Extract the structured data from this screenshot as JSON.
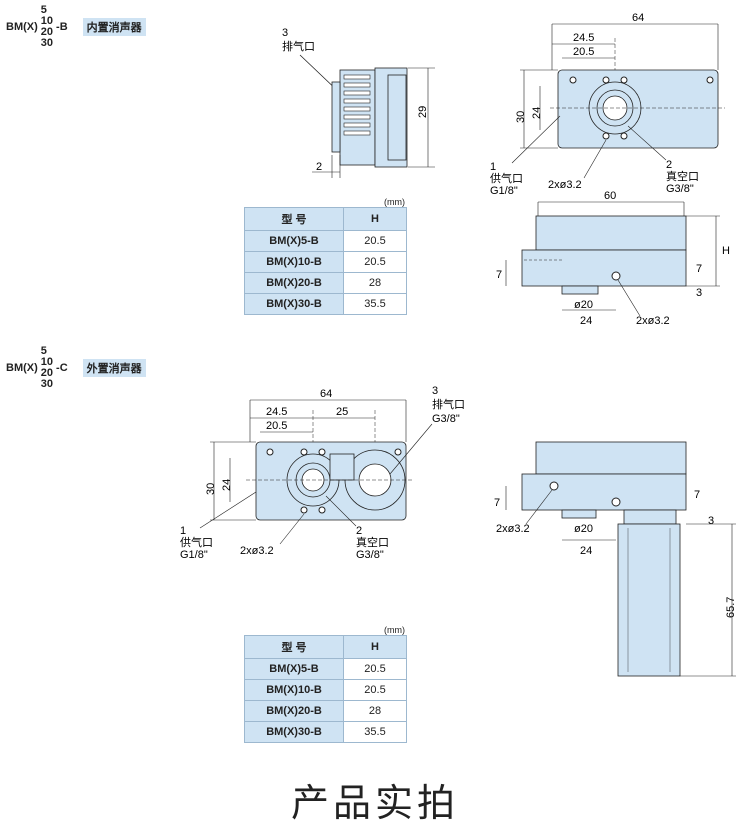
{
  "section1": {
    "model_prefix": "BM(X)",
    "sizes": [
      "5",
      "10",
      "20",
      "30"
    ],
    "suffix": "-B",
    "tag": "内置消声器",
    "exhaust_port": {
      "num": "3",
      "label": "排气口"
    },
    "dims": {
      "height_29": "29",
      "gap_2": "2",
      "width_64": "64",
      "d24_5": "24.5",
      "d20_5": "20.5",
      "h30": "30",
      "h24": "24",
      "w60": "60",
      "d20": "ø20",
      "d24": "24",
      "h7": "7",
      "h3": "3",
      "H": "H"
    },
    "supply_port": {
      "num": "1",
      "label": "供气口",
      "thread": "G1/8\""
    },
    "vacuum_port": {
      "num": "2",
      "label": "真空口",
      "thread": "G3/8\""
    },
    "holes": "2xø3.2",
    "unit": "(mm)",
    "table": {
      "headers": [
        "型 号",
        "H"
      ],
      "rows": [
        [
          "BM(X)5-B",
          "20.5"
        ],
        [
          "BM(X)10-B",
          "20.5"
        ],
        [
          "BM(X)20-B",
          "28"
        ],
        [
          "BM(X)30-B",
          "35.5"
        ]
      ]
    }
  },
  "section2": {
    "model_prefix": "BM(X)",
    "sizes": [
      "5",
      "10",
      "20",
      "30"
    ],
    "suffix": "-C",
    "tag": "外置消声器",
    "exhaust_port": {
      "num": "3",
      "label": "排气口",
      "thread": "G3/8\""
    },
    "dims": {
      "width_64": "64",
      "d24_5": "24.5",
      "d25": "25",
      "d20_5": "20.5",
      "h30": "30",
      "h24": "24",
      "d20": "ø20",
      "d24": "24",
      "h7": "7",
      "h3": "3",
      "h65_7": "65.7"
    },
    "supply_port": {
      "num": "1",
      "label": "供气口",
      "thread": "G1/8\""
    },
    "vacuum_port": {
      "num": "2",
      "label": "真空口",
      "thread": "G3/8\""
    },
    "holes": "2xø3.2",
    "unit": "(mm)",
    "table": {
      "headers": [
        "型 号",
        "H"
      ],
      "rows": [
        [
          "BM(X)5-B",
          "20.5"
        ],
        [
          "BM(X)10-B",
          "20.5"
        ],
        [
          "BM(X)20-B",
          "28"
        ],
        [
          "BM(X)30-B",
          "35.5"
        ]
      ]
    }
  },
  "footer": {
    "title": "产品实拍"
  }
}
